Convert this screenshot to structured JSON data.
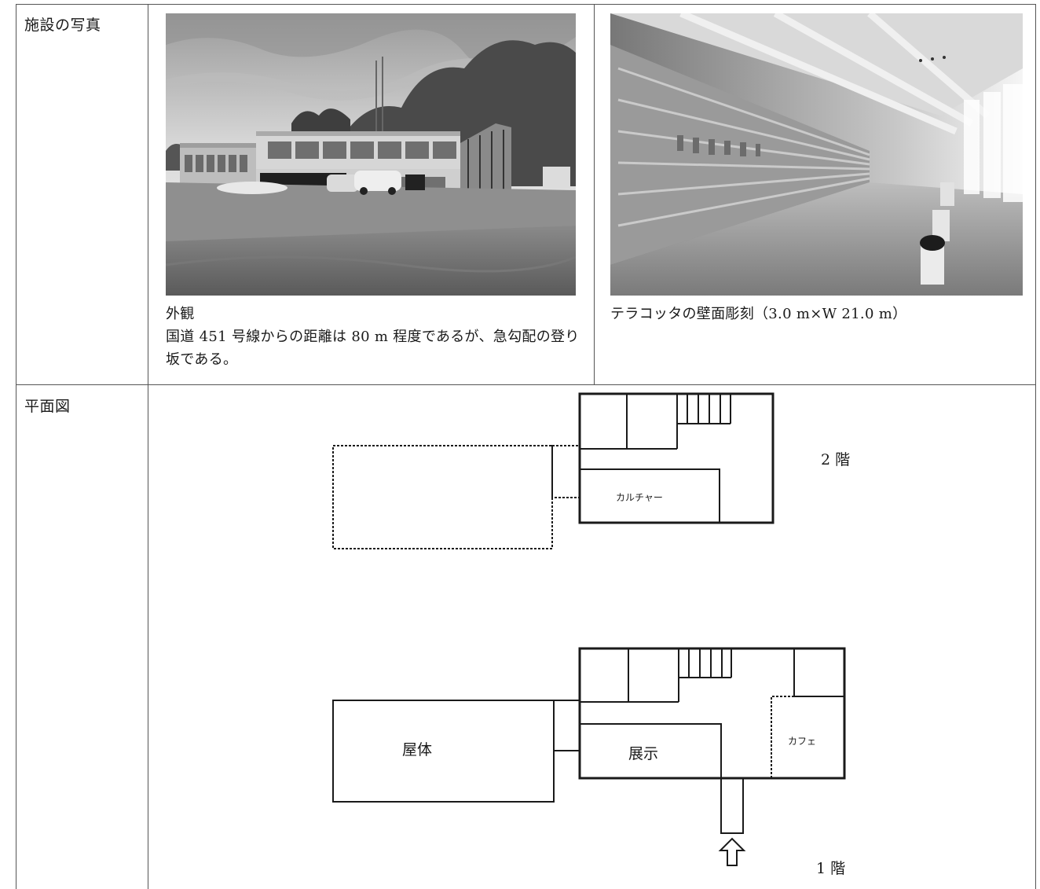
{
  "rows": {
    "photos_label": "施設の写真",
    "plan_label": "平面図"
  },
  "photos": {
    "exterior": {
      "title": "外観",
      "description": "国道 451 号線からの距離は 80 m 程度であるが、急勾配の登り坂である。"
    },
    "wall": {
      "caption": "テラコッタの壁面彫刻（3.0 m×W 21.0 m）"
    }
  },
  "floorplan": {
    "floor2_label": "2 階",
    "floor2_room": "カルチャー",
    "floor1_label": "1 階",
    "floor1_rooms": {
      "yatai": "屋体",
      "tenji": "展示",
      "cafe": "カフェ"
    }
  }
}
